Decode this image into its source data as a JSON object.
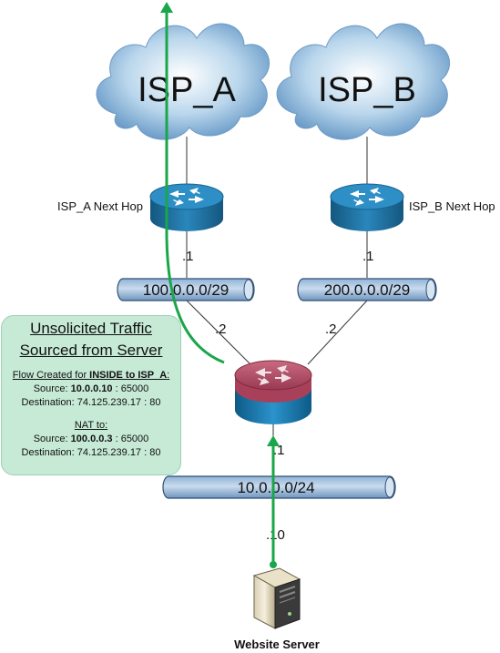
{
  "clouds": {
    "isp_a": "ISP_A",
    "isp_b": "ISP_B"
  },
  "routers": {
    "isp_a_next_hop": "ISP_A Next Hop",
    "isp_b_next_hop": "ISP_B Next Hop"
  },
  "networks": {
    "net_a": "100.0.0.0/29",
    "net_b": "200.0.0.0/29",
    "net_inside": "10.0.0.0/24"
  },
  "interfaces": {
    "isp_a_router": ".1",
    "isp_b_router": ".1",
    "edge_to_a": ".2",
    "edge_to_b": ".2",
    "edge_inside": ".1",
    "server": ".10"
  },
  "server": {
    "label": "Website Server"
  },
  "info_box": {
    "title_line1": "Unsolicited Traffic",
    "title_line2": "Sourced from Server",
    "flow_prefix": "Flow Created for ",
    "flow_emph": "INSIDE to ISP_A",
    "flow_suffix": ":",
    "source_label": "Source: ",
    "source_ip": "10.0.0.10",
    "source_port": " : 65000",
    "dest_label": "Destination: ",
    "dest_value": "74.125.239.17 : 80",
    "nat_title": "NAT to:",
    "nat_source_label": "Source: ",
    "nat_source_ip": "100.0.0.3",
    "nat_source_port": " : 65000",
    "nat_dest_label": "Destination: ",
    "nat_dest_value": "74.125.239.17 : 80"
  },
  "colors": {
    "flow_arrow": "#1aa64a",
    "router_blue": "#1f6f9f",
    "edge_router_top": "#b0455c",
    "info_box_bg": "#c6ead6"
  }
}
